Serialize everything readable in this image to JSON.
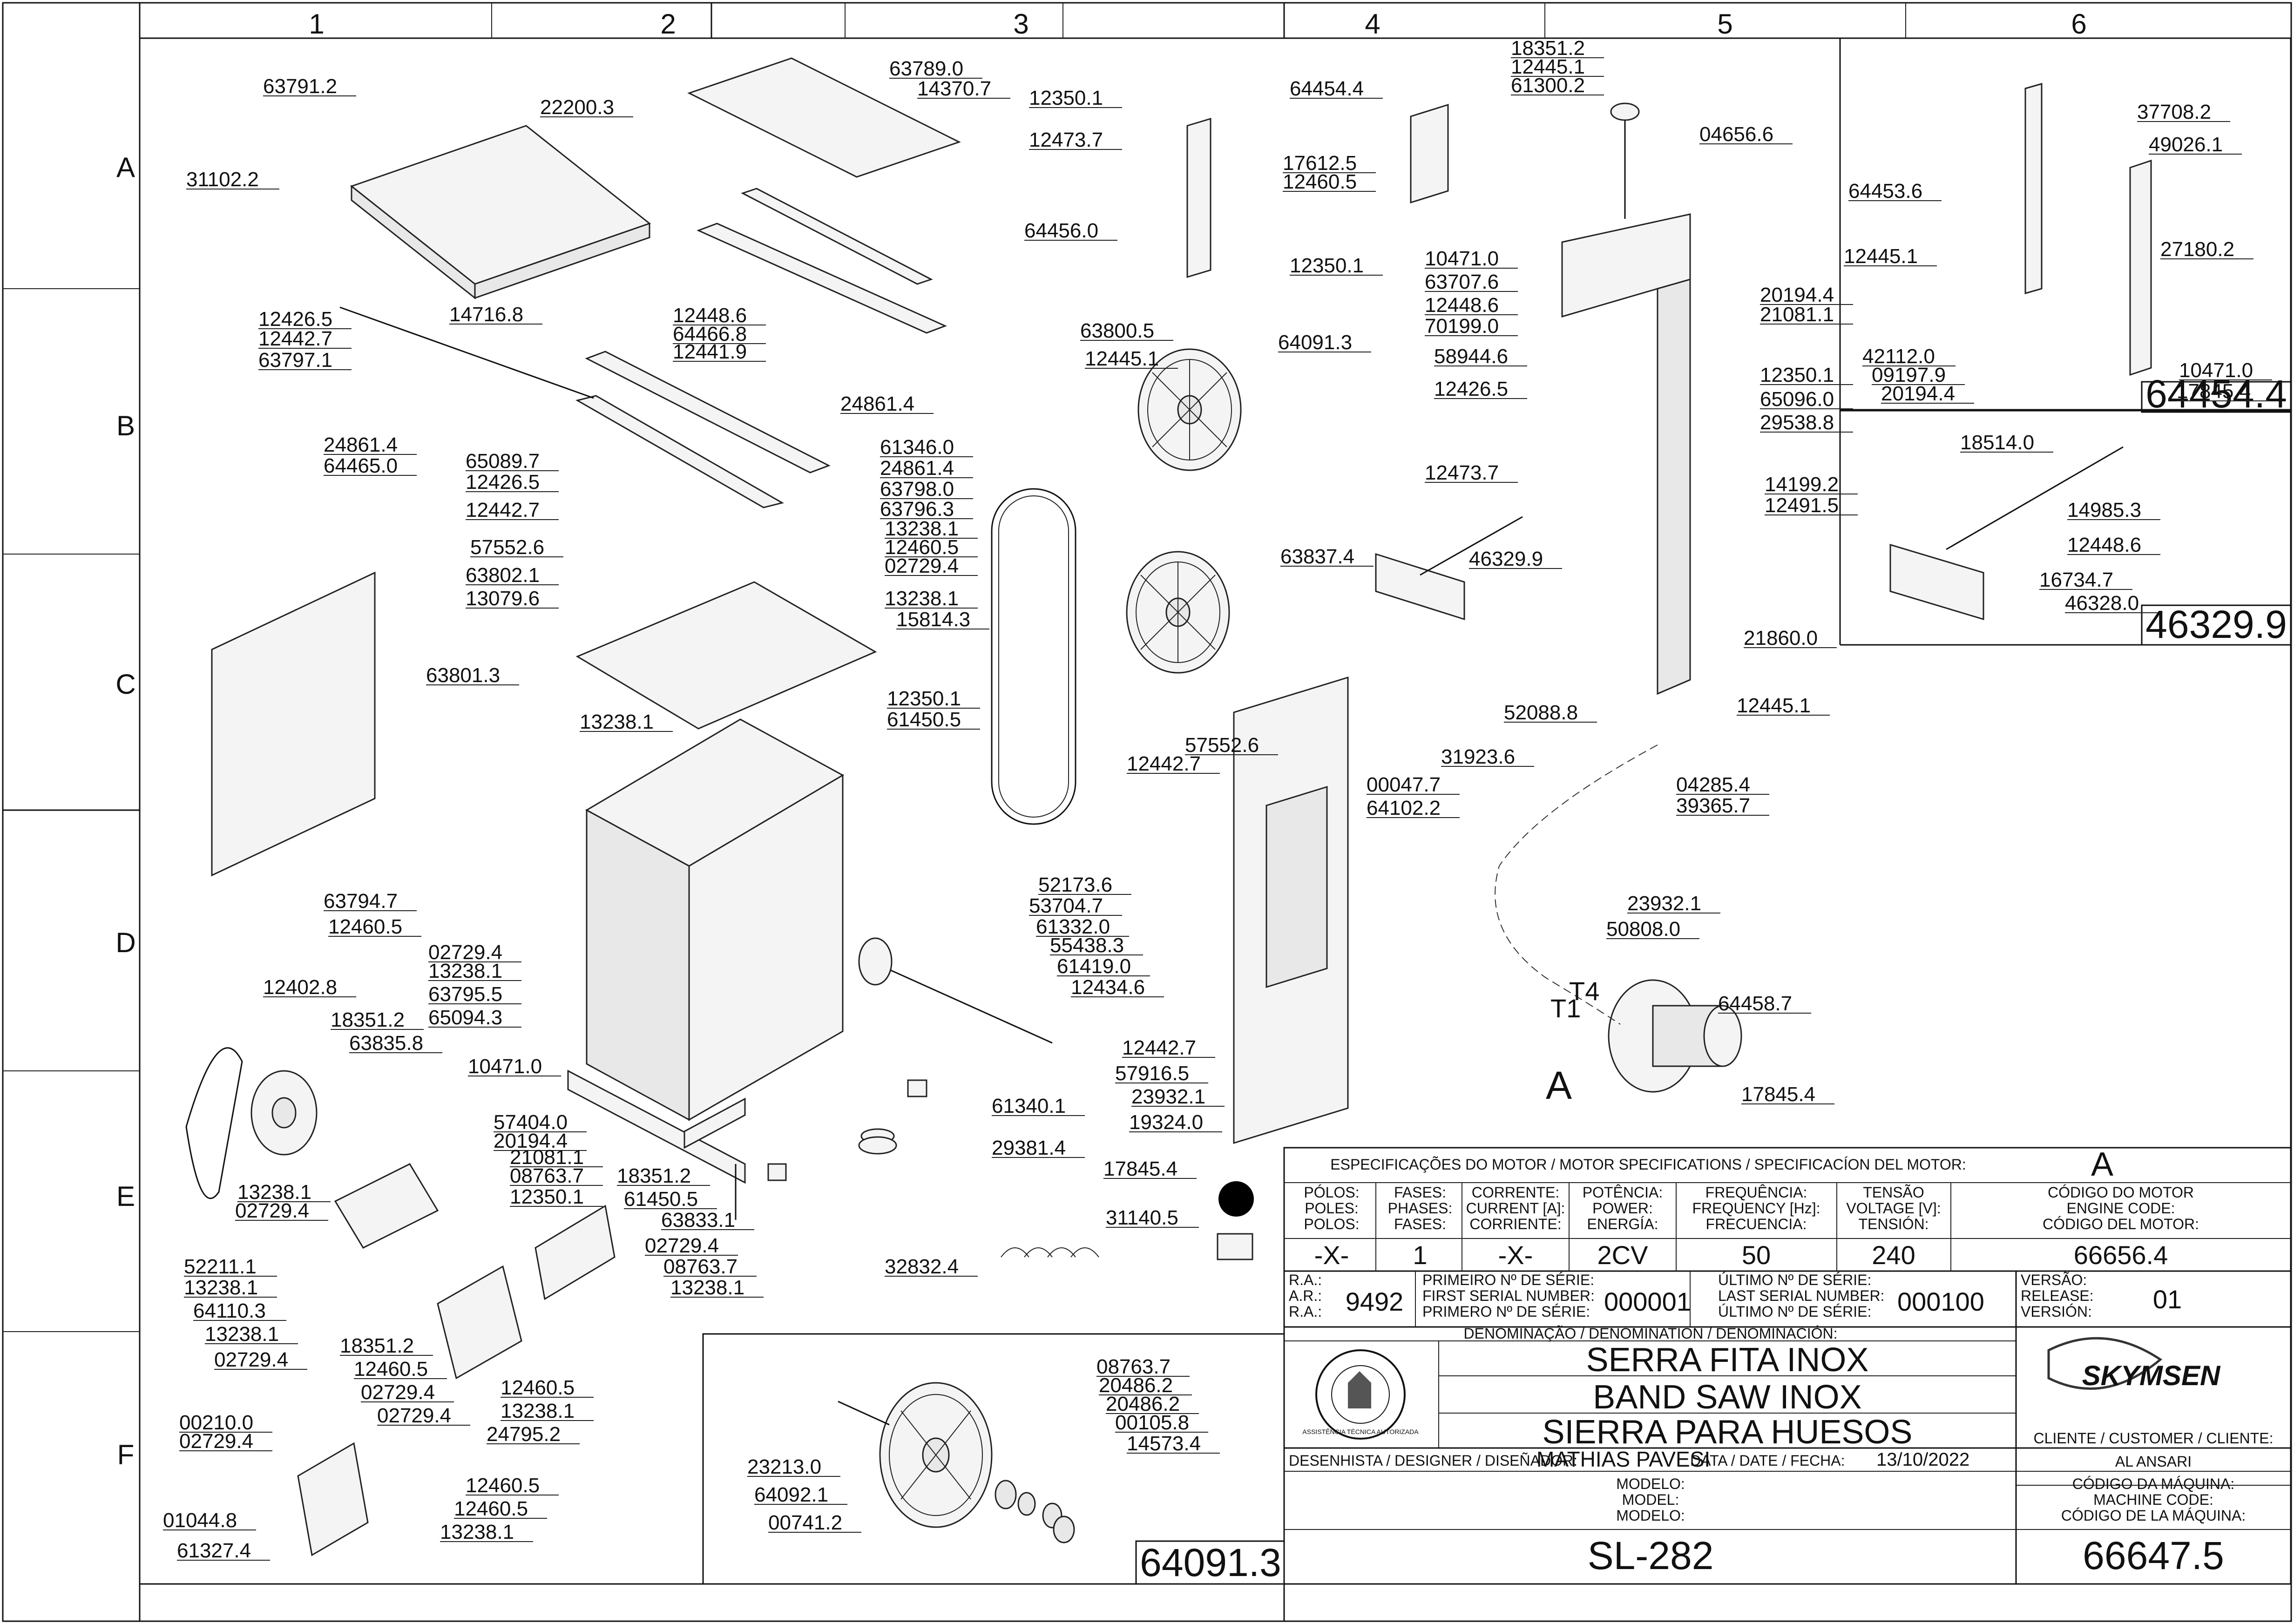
{
  "grid": {
    "columns": [
      "1",
      "2",
      "3",
      "4",
      "5",
      "6"
    ],
    "rows": [
      "A",
      "B",
      "C",
      "D",
      "E",
      "F"
    ]
  },
  "callouts": [
    "63791.2",
    "22200.3",
    "63789.0",
    "14370.7",
    "12350.1",
    "64454.4",
    "12473.7",
    "64456.0",
    "12350.1",
    "18351.2",
    "12445.1",
    "61300.2",
    "17612.5",
    "12460.5",
    "04656.6",
    "10471.0",
    "63707.6",
    "12448.6",
    "70199.0",
    "58944.6",
    "12426.5",
    "20194.4",
    "21081.1",
    "12350.1",
    "65096.0",
    "29538.8",
    "12473.7",
    "14199.2",
    "12491.5",
    "21860.0",
    "12445.1",
    "12426.5",
    "12442.7",
    "63797.1",
    "14716.8",
    "12448.6",
    "64466.8",
    "12441.9",
    "63800.5",
    "12445.1",
    "64091.3",
    "24861.4",
    "24861.4",
    "64465.0",
    "61346.0",
    "24861.4",
    "63798.0",
    "63796.3",
    "65089.7",
    "12426.5",
    "12442.7",
    "57552.6",
    "13238.1",
    "12460.5",
    "02729.4",
    "63802.1",
    "13079.6",
    "13238.1",
    "15814.3",
    "63837.4",
    "46329.9",
    "63801.3",
    "13238.1",
    "12350.1",
    "61450.5",
    "57552.6",
    "12442.7",
    "00047.7",
    "64102.2",
    "52088.8",
    "31923.6",
    "04285.4",
    "39365.7",
    "23932.1",
    "50808.0",
    "63794.7",
    "12460.5",
    "02729.4",
    "13238.1",
    "63795.5",
    "65094.3",
    "52173.6",
    "53704.7",
    "61332.0",
    "55438.3",
    "61419.0",
    "12434.6",
    "12402.8",
    "18351.2",
    "63835.8",
    "10471.0",
    "12442.7",
    "57916.5",
    "23932.1",
    "19324.0",
    "64458.7",
    "17845.4",
    "61340.1",
    "29381.4",
    "57404.0",
    "20194.4",
    "21081.1",
    "08763.7",
    "12350.1",
    "13238.1",
    "02729.4",
    "18351.2",
    "61450.5",
    "63833.1",
    "02729.4",
    "08763.7",
    "13238.1",
    "52211.1",
    "13238.1",
    "64110.3",
    "13238.1",
    "02729.4",
    "18351.2",
    "12460.5",
    "02729.4",
    "02729.4",
    "12460.5",
    "13238.1",
    "24795.2",
    "17845.4",
    "31140.5",
    "32832.4",
    "00210.0",
    "02729.4",
    "12460.5",
    "12460.5",
    "01044.8",
    "13238.1",
    "61327.4",
    "08763.7",
    "20486.2",
    "20486.2",
    "00105.8",
    "14573.4",
    "23213.0",
    "64092.1",
    "00741.2",
    "37708.2",
    "49026.1",
    "64453.6",
    "12445.1",
    "27180.2",
    "42112.0",
    "09197.9",
    "20194.4",
    "10471.0",
    "17845.4",
    "18514.0",
    "14985.3",
    "12448.6",
    "16734.7",
    "46328.0",
    "31102.2"
  ],
  "boxed_ids": {
    "inset_top": "64454.4",
    "inset_mid": "46329.9",
    "pulley_inset": "64091.3"
  },
  "wire_labels": {
    "t4": "T4",
    "t1": "T1",
    "motor_tag": "A"
  },
  "title_block": {
    "motor_specs_header": "ESPECIFICAÇÕES DO MOTOR / MOTOR SPECIFICATIONS / SPECIFICACÍON DEL MOTOR:",
    "motor_letter": "A",
    "poles_label": [
      "PÓLOS:",
      "POLES:",
      "POLOS:"
    ],
    "phases_label": [
      "FASES:",
      "PHASES:",
      "FASES:"
    ],
    "current_label": [
      "CORRENTE:",
      "CURRENT [A]:",
      "CORRIENTE:"
    ],
    "power_label": [
      "POTÊNCIA:",
      "POWER:",
      "ENERGÍA:"
    ],
    "frequency_label": [
      "FREQUÊNCIA:",
      "FREQUENCY [Hz]:",
      "FRECUENCIA:"
    ],
    "voltage_label": [
      "TENSÃO",
      "VOLTAGE [V]:",
      "TENSIÓN:"
    ],
    "engine_code_label": [
      "CÓDIGO DO MOTOR",
      "ENGINE CODE:",
      "CÓDIGO DEL MOTOR:"
    ],
    "poles": "-X-",
    "phases": "1",
    "current": "-X-",
    "power": "2CV",
    "frequency": "50",
    "voltage": "240",
    "engine_code": "66656.4",
    "ra_label": [
      "R.A.:",
      "A.R.:",
      "R.A.:"
    ],
    "ra": "9492",
    "first_serial_label": [
      "PRIMEIRO Nº DE SÉRIE:",
      "FIRST SERIAL NUMBER:",
      "PRIMERO Nº DE SÉRIE:"
    ],
    "first_serial": "000001",
    "last_serial_label": [
      "ÚLTIMO Nº DE SÉRIE:",
      "LAST SERIAL NUMBER:",
      "ÚLTIMO Nº DE SÉRIE:"
    ],
    "last_serial": "000100",
    "version_label": [
      "VERSÃO:",
      "RELEASE:",
      "VERSIÓN:"
    ],
    "version": "01",
    "denomination_label": "DENOMINAÇÃO / DENOMINATION / DENOMINACIÓN:",
    "name_pt": "SERRA FITA INOX",
    "name_en": "BAND SAW INOX",
    "name_es": "SIERRA PARA HUESOS",
    "brand": "SKYMSEN",
    "seal_text": "ASSISTÊNCIA TÉCNICA AUTORIZADA",
    "customer_label": "CLIENTE / CUSTOMER / CLIENTE:",
    "customer": "AL ANSARI",
    "designer_label": "DESENHISTA / DESIGNER / DISEÑADOR:",
    "designer": "MATHIAS PAVESI",
    "date_label": "DATA / DATE / FECHA:",
    "date": "13/10/2022",
    "model_label": [
      "MODELO:",
      "MODEL:",
      "MODELO:"
    ],
    "model": "SL-282",
    "machine_code_label": [
      "CÓDIGO DA MÁQUINA:",
      "MACHINE CODE:",
      "CÓDIGO DE LA MÁQUINA:"
    ],
    "machine_code": "66647.5"
  }
}
